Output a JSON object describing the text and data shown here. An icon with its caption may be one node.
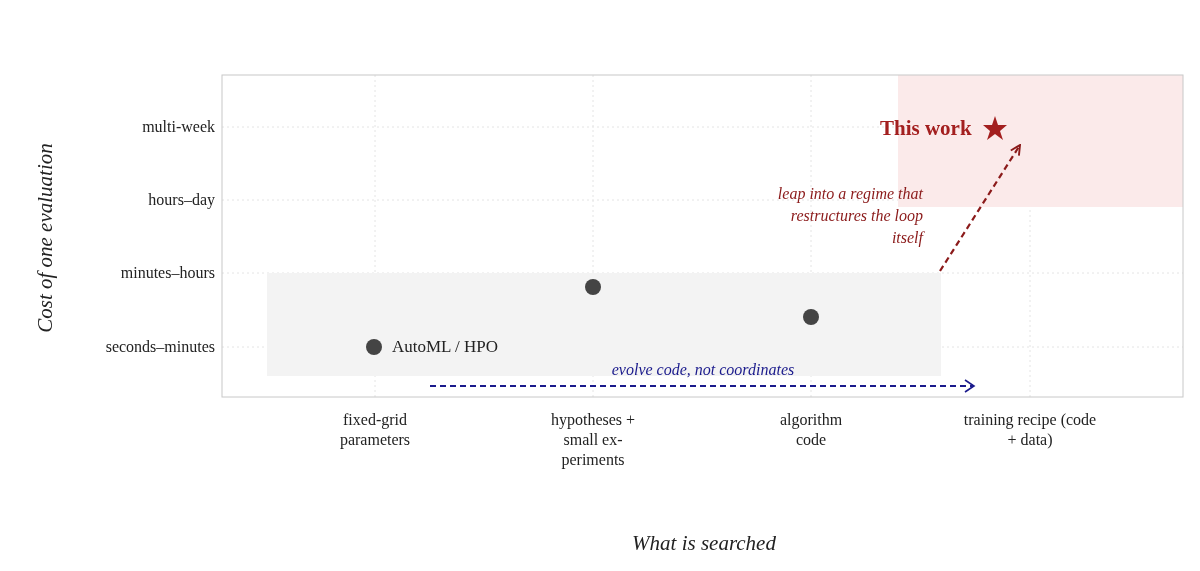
{
  "diagram": {
    "nodes": [
      {
        "text": [],
        "shape": "box"
      },
      {
        "text": [
          "This work"
        ],
        "in": 0
      },
      {
        "text": [],
        "shape": "box"
      },
      {
        "text": [
          "AutoML / HPO"
        ],
        "in": 2
      },
      {
        "text": [],
        "shape": "circle",
        "in": 2
      },
      {
        "text": [],
        "shape": "circle",
        "in": 2
      }
    ],
    "edges": [
      {
        "from": 2,
        "to": 1,
        "arrow": "to",
        "style": "dashed",
        "color": "#8b1a1a",
        "label": "leap into a regime that restructures the loop itself"
      }
    ],
    "labels": [
      "Cost of one evaluation",
      "multi-week",
      "hours–day",
      "minutes–hours",
      "seconds–minutes",
      "evolve code, not coordinates",
      "fixed-grid parameters",
      "hypotheses + small ex- periments",
      "algorithm code",
      "training recipe (code + data)",
      "What is searched"
    ]
  }
}
